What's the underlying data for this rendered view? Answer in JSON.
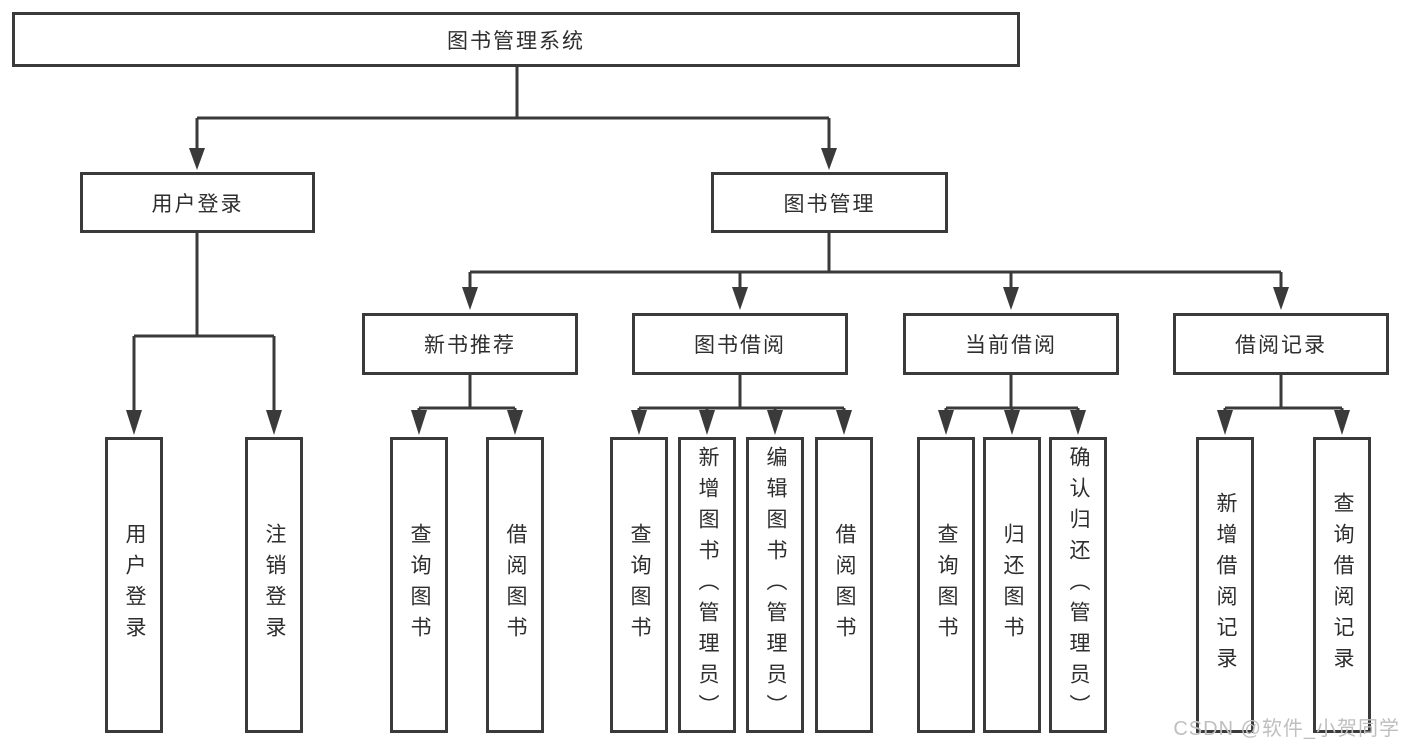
{
  "colors": {
    "line": "#3a3a3a",
    "text": "#2e2e2e",
    "watermark": "#bfbfbf",
    "background": "#ffffff"
  },
  "watermark": "CSDN @软件_小贺同学",
  "diagram": {
    "root": {
      "label": "图书管理系统"
    },
    "level2": [
      {
        "label": "用户登录"
      },
      {
        "label": "图书管理"
      }
    ],
    "level3": [
      {
        "label": "新书推荐",
        "parent": "图书管理"
      },
      {
        "label": "图书借阅",
        "parent": "图书管理"
      },
      {
        "label": "当前借阅",
        "parent": "图书管理"
      },
      {
        "label": "借阅记录",
        "parent": "图书管理"
      }
    ],
    "leaves": [
      {
        "label": "用户登录",
        "parent": "用户登录"
      },
      {
        "label": "注销登录",
        "parent": "用户登录"
      },
      {
        "label": "查询图书",
        "parent": "新书推荐"
      },
      {
        "label": "借阅图书",
        "parent": "新书推荐"
      },
      {
        "label": "查询图书",
        "parent": "图书借阅"
      },
      {
        "label": "新增图书（管理员）",
        "parent": "图书借阅"
      },
      {
        "label": "编辑图书（管理员）",
        "parent": "图书借阅"
      },
      {
        "label": "借阅图书",
        "parent": "图书借阅"
      },
      {
        "label": "查询图书",
        "parent": "当前借阅"
      },
      {
        "label": "归还图书",
        "parent": "当前借阅"
      },
      {
        "label": "确认归还（管理员）",
        "parent": "当前借阅"
      },
      {
        "label": "新增借阅记录",
        "parent": "借阅记录"
      },
      {
        "label": "查询借阅记录",
        "parent": "借阅记录"
      }
    ]
  }
}
